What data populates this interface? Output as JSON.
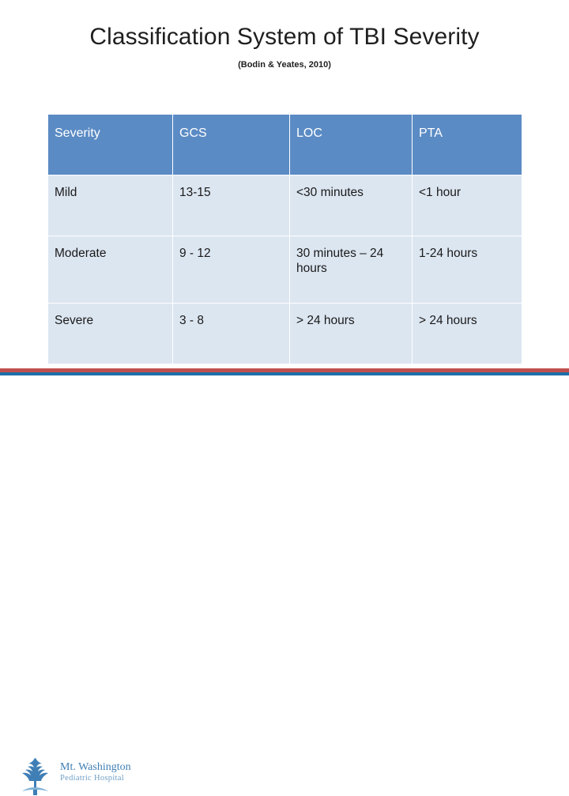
{
  "slide": {
    "title": "Classification System of TBI Severity",
    "citation": "(Bodin & Yeates, 2010)"
  },
  "table": {
    "headers": [
      "Severity",
      "GCS",
      "LOC",
      "PTA"
    ],
    "rows": [
      {
        "severity": "Mild",
        "gcs": "13-15",
        "loc": "<30 minutes",
        "pta": "<1 hour"
      },
      {
        "severity": "Moderate",
        "gcs": "9 - 12",
        "loc": "30 minutes – 24 hours",
        "pta": "1-24 hours"
      },
      {
        "severity": "Severe",
        "gcs": "3 - 8",
        "loc": "> 24 hours",
        "pta": "> 24 hours"
      }
    ]
  },
  "footer": {
    "logo_line1": "Mt. Washington",
    "logo_line2": "Pediatric Hospital"
  },
  "colors": {
    "header_blue": "#5b8bc4",
    "cell_blue": "#dce6f1",
    "accent_red": "#c0504d",
    "accent_blue": "#1f6fa8",
    "logo_blue": "#3f7fb5"
  }
}
